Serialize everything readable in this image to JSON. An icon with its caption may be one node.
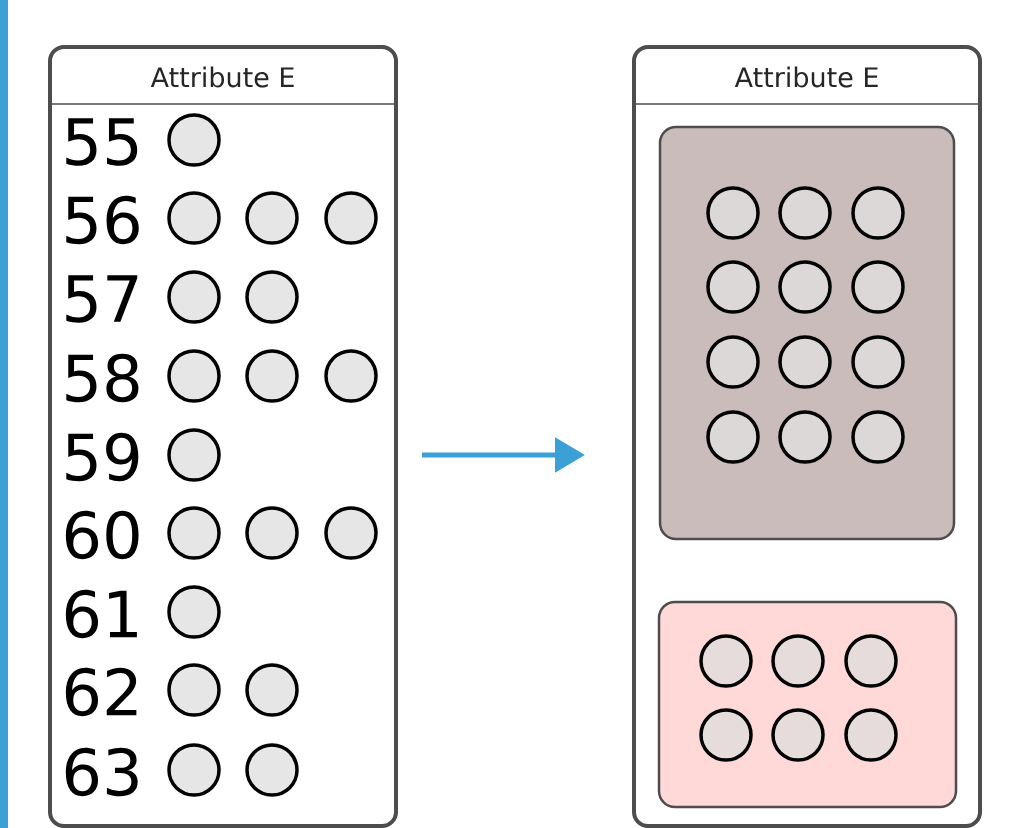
{
  "diagram": {
    "nodes": [
      {
        "text": [
          "Attribute E"
        ]
      },
      {
        "text": [
          "Attribute E"
        ]
      },
      {
        "text": [],
        "shape": "box",
        "in": 1
      },
      {
        "text": [],
        "shape": "box",
        "in": 1
      }
    ],
    "edges": [
      {
        "from": 0,
        "to": 1,
        "arrow": "to"
      }
    ],
    "labels": [
      "55",
      "56",
      "57",
      "58",
      "59",
      "60",
      "61",
      "62",
      "63"
    ]
  }
}
